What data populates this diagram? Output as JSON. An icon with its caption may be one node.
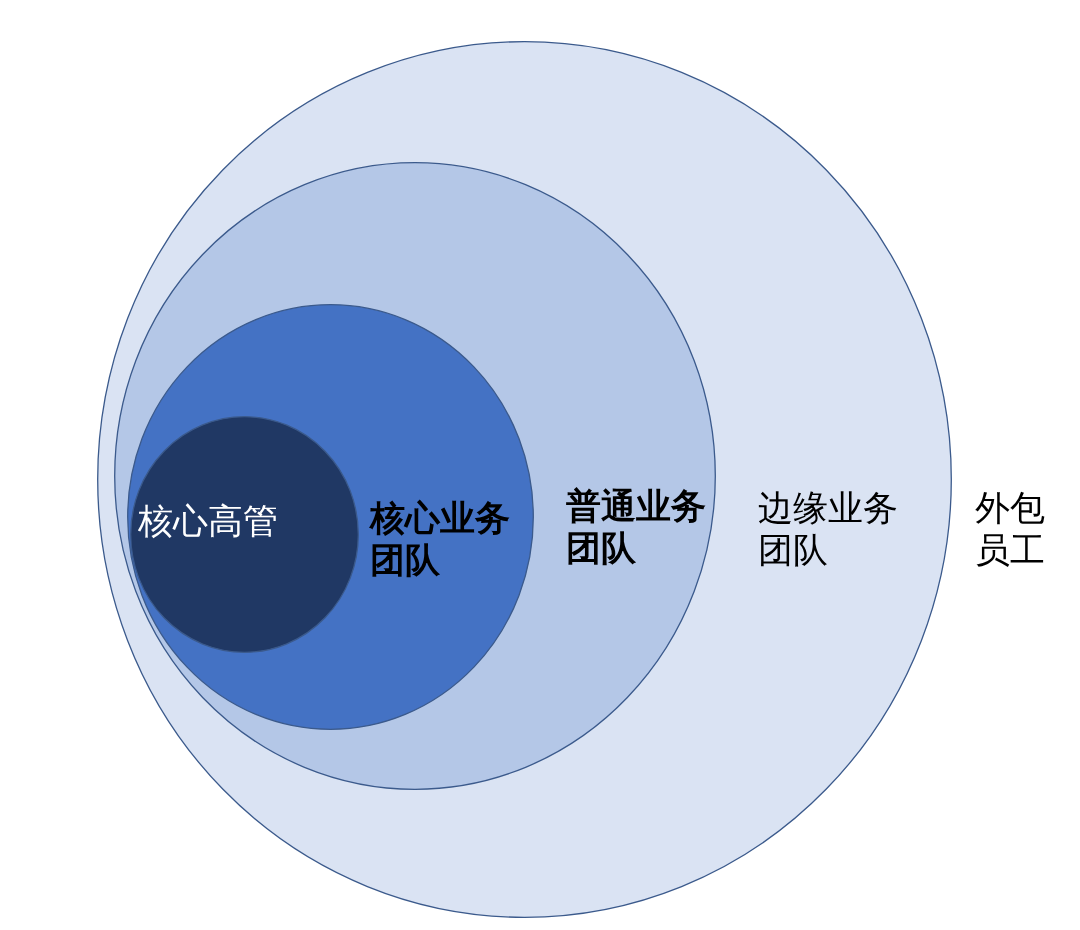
{
  "diagram": {
    "nodes": [
      {
        "text": [
          "边缘业务团队"
        ]
      },
      {
        "text": [
          "普通业务团队"
        ],
        "in": 0
      },
      {
        "text": [
          "核心业务团队"
        ],
        "in": 1
      },
      {
        "text": [
          "核心高管"
        ],
        "in": 2
      }
    ],
    "labels": [
      "外包员工"
    ]
  }
}
